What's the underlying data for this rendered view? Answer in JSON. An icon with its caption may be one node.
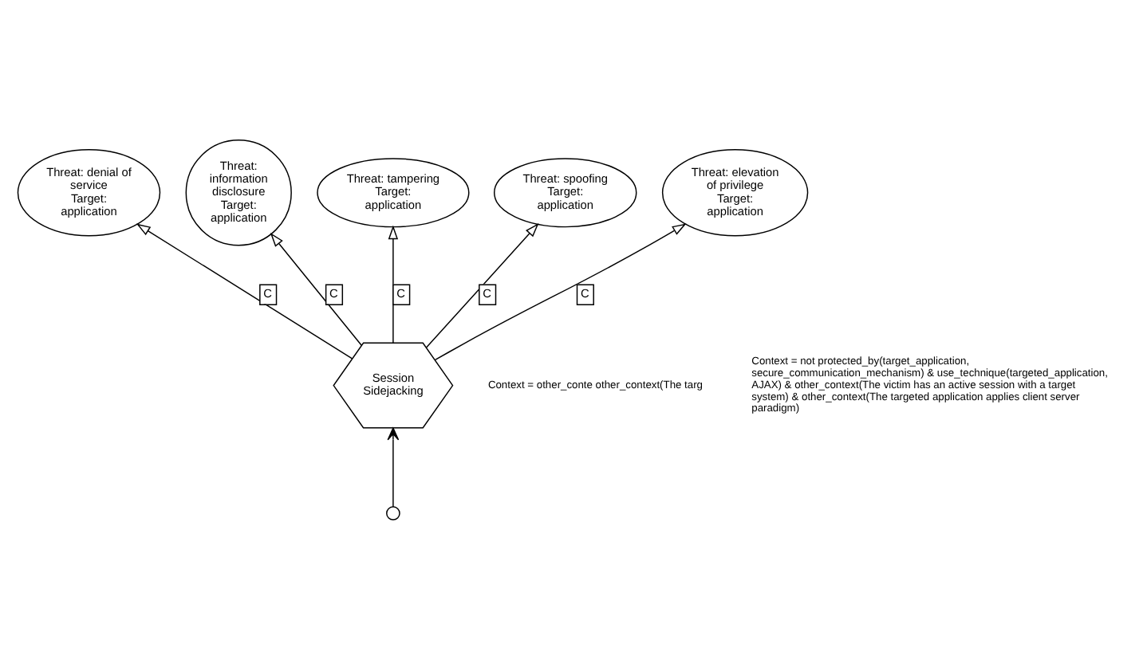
{
  "diagram": {
    "nodes": [
      {
        "text": [
          "Threat: denial of service",
          "Target: application"
        ]
      },
      {
        "text": [
          "Threat: information disclosure",
          "Target: application"
        ]
      },
      {
        "text": [
          "Threat: tampering",
          "Target: application"
        ]
      },
      {
        "text": [
          "Threat: spoofing",
          "Target: application"
        ]
      },
      {
        "text": [
          "Threat: elevation of privilege",
          "Target: application"
        ]
      },
      {
        "text": [
          "Session Sidejacking"
        ]
      },
      {
        "text": [],
        "shape": "circle"
      }
    ],
    "edges": [
      {
        "from": 5,
        "to": 0,
        "arrow": "to",
        "label": "C"
      },
      {
        "from": 5,
        "to": 1,
        "arrow": "to",
        "label": "C"
      },
      {
        "from": 5,
        "to": 2,
        "arrow": "to",
        "label": "C"
      },
      {
        "from": 5,
        "to": 3,
        "arrow": "to",
        "label": "C"
      },
      {
        "from": 5,
        "to": 4,
        "arrow": "to",
        "label": "C"
      },
      {
        "from": 6,
        "to": 5,
        "arrow": "to"
      }
    ],
    "labels": [
      "Context = other_conte other_context(The targ",
      "Context = not protected_by(target_application, secure_communication_mechanism) & use_technique(targeted_application, AJAX) & other_context(The victim has an active session with a target system) & other_context(The targeted application applies client server paradigm)"
    ]
  }
}
